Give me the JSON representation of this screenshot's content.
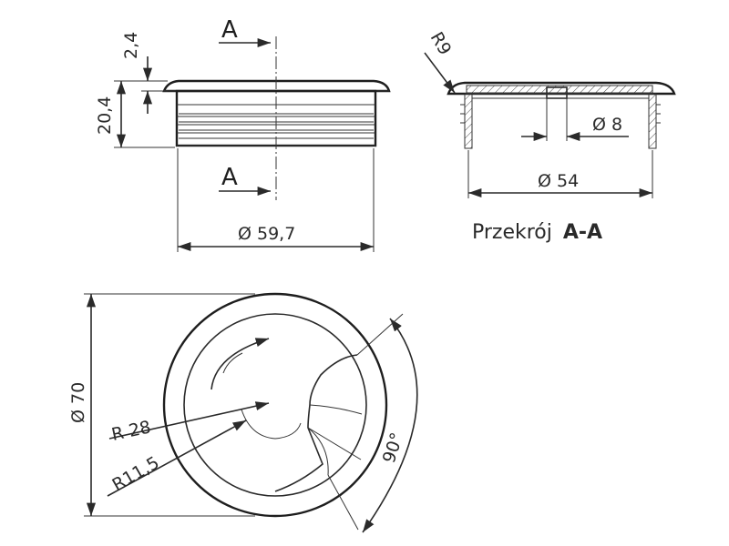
{
  "front_view": {
    "section_marker_top": "A",
    "section_marker_bottom": "A",
    "flange_height": "2,4",
    "total_height": "20,4",
    "body_diameter": "Ø 59,7"
  },
  "section_view": {
    "radius": "R9",
    "hole_diameter": "Ø 8",
    "inner_diameter": "Ø 54",
    "caption_prefix": "Przekrój",
    "caption_label": "A-A"
  },
  "top_view": {
    "outer_diameter": "Ø 70",
    "large_radius": "R 28",
    "small_radius": "R11,5",
    "angle": "90°"
  }
}
